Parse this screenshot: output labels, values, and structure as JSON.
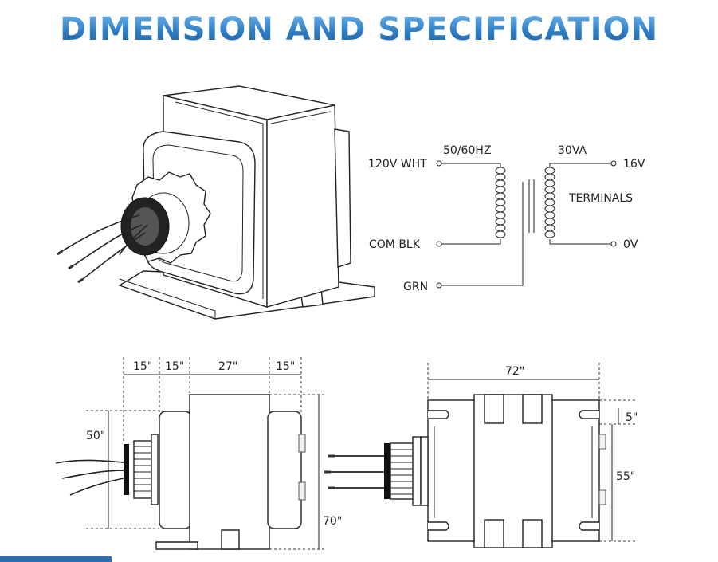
{
  "title": "DIMENSION AND SPECIFICATION",
  "schematic": {
    "primary_left": "120V WHT",
    "frequency": "50/60HZ",
    "power": "30VA",
    "out_high": "16V",
    "terminals": "TERMINALS",
    "common": "COM BLK",
    "out_low": "0V",
    "ground": "GRN"
  },
  "side_view": {
    "top_dims": [
      "15\"",
      "15\"",
      "27\"",
      "15\""
    ],
    "left_dim": "50\"",
    "right_dim": "70\""
  },
  "front_view": {
    "top_dim": "72\"",
    "small_dim": "5\"",
    "right_dim": "55\""
  },
  "colors": {
    "title_top": "#6fb6ec",
    "title_bottom": "#1f5f9e"
  }
}
